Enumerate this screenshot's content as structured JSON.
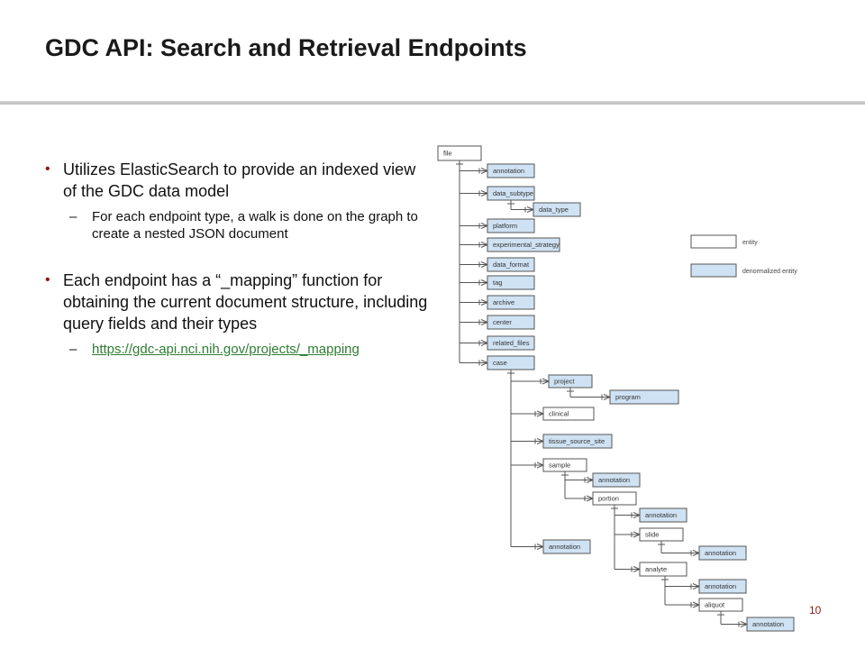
{
  "slide": {
    "title": "GDC API: Search and Retrieval Endpoints",
    "page_number": "10",
    "colors": {
      "bullet": "#8b1a1a",
      "link": "#2e7d32",
      "denormalized_fill": "#cfe2f3"
    }
  },
  "bullets": [
    {
      "text": "Utilizes ElasticSearch to provide an indexed view of the GDC data model",
      "sub": [
        {
          "text": "For each endpoint type, a walk is done on the graph to create a nested JSON document"
        }
      ]
    },
    {
      "text": "Each endpoint has a “_mapping” function for obtaining the current document structure, including query fields and their types",
      "sub": [
        {
          "text": "https://gdc-api.nci.nih.gov/projects/_mapping",
          "is_link": true
        }
      ]
    }
  ],
  "diagram": {
    "legend": {
      "entity": "entity",
      "denormalized": "denormalized entity"
    },
    "nodes": [
      {
        "id": "file",
        "label": "file",
        "style": "entity"
      },
      {
        "id": "file_annotation",
        "label": "annotation",
        "style": "denormalized"
      },
      {
        "id": "data_subtype",
        "label": "data_subtype",
        "style": "denormalized"
      },
      {
        "id": "data_type",
        "label": "data_type",
        "style": "denormalized"
      },
      {
        "id": "platform",
        "label": "platform",
        "style": "denormalized"
      },
      {
        "id": "experimental_strategy",
        "label": "experimental_strategy",
        "style": "denormalized"
      },
      {
        "id": "data_format",
        "label": "data_format",
        "style": "denormalized"
      },
      {
        "id": "tag",
        "label": "tag",
        "style": "denormalized"
      },
      {
        "id": "archive",
        "label": "archive",
        "style": "denormalized"
      },
      {
        "id": "center",
        "label": "center",
        "style": "denormalized"
      },
      {
        "id": "related_files",
        "label": "related_files",
        "style": "denormalized"
      },
      {
        "id": "case",
        "label": "case",
        "style": "denormalized"
      },
      {
        "id": "project",
        "label": "project",
        "style": "denormalized"
      },
      {
        "id": "program",
        "label": "program",
        "style": "denormalized"
      },
      {
        "id": "clinical",
        "label": "clinical",
        "style": "entity"
      },
      {
        "id": "tissue_source_site",
        "label": "tissue_source_site",
        "style": "denormalized"
      },
      {
        "id": "sample",
        "label": "sample",
        "style": "entity"
      },
      {
        "id": "sample_annotation",
        "label": "annotation",
        "style": "denormalized"
      },
      {
        "id": "portion",
        "label": "portion",
        "style": "entity"
      },
      {
        "id": "case_annotation",
        "label": "annotation",
        "style": "denormalized"
      },
      {
        "id": "portion_annotation",
        "label": "annotation",
        "style": "denormalized"
      },
      {
        "id": "slide",
        "label": "slide",
        "style": "entity"
      },
      {
        "id": "slide_annotation",
        "label": "annotation",
        "style": "denormalized"
      },
      {
        "id": "analyte",
        "label": "analyte",
        "style": "entity"
      },
      {
        "id": "analyte_annotation",
        "label": "annotation",
        "style": "denormalized"
      },
      {
        "id": "aliquot",
        "label": "aliquot",
        "style": "entity"
      },
      {
        "id": "aliquot_annotation",
        "label": "annotation",
        "style": "denormalized"
      }
    ]
  }
}
